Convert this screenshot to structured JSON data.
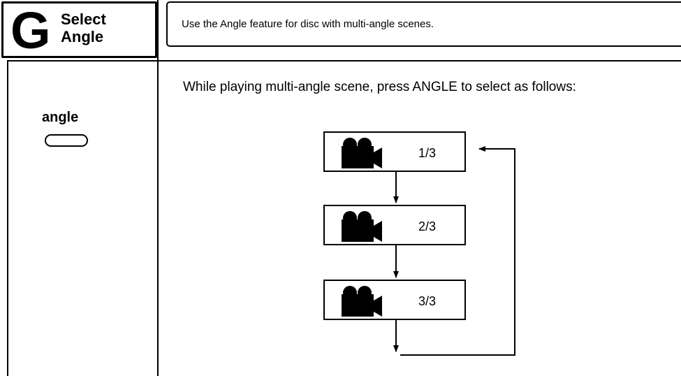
{
  "header": {
    "letter": "G",
    "title_line1": "Select",
    "title_line2": "Angle"
  },
  "intro": "Use the Angle feature for disc with multi-angle scenes.",
  "key": {
    "label": "angle",
    "button_icon": "oval-button-icon"
  },
  "instruction": "While playing multi-angle scene, press ANGLE to select as follows:",
  "angles": [
    {
      "label": "1/3",
      "icon": "video-camera-icon"
    },
    {
      "label": "2/3",
      "icon": "video-camera-icon"
    },
    {
      "label": "3/3",
      "icon": "video-camera-icon"
    }
  ]
}
